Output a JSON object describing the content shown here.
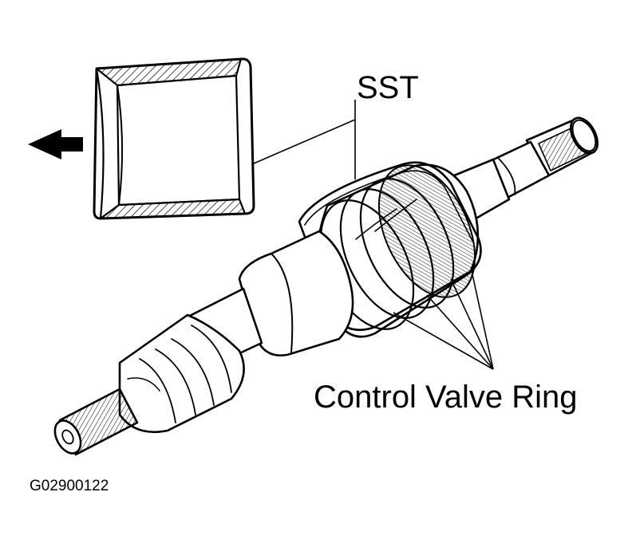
{
  "labels": {
    "sst": "SST",
    "control_valve_ring": "Control Valve Ring",
    "figure_code": "G02900122"
  },
  "colors": {
    "ink": "#000000",
    "paper": "#ffffff"
  },
  "icons": {
    "direction": "left-arrow-icon"
  }
}
